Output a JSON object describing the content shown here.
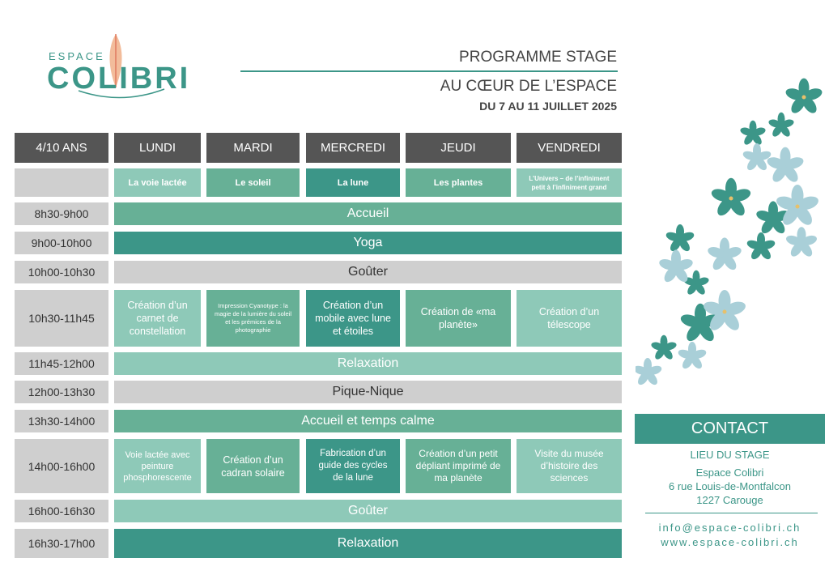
{
  "logo": {
    "espace": "ESPACE",
    "colibri": "COLIBRI"
  },
  "header": {
    "title": "PROGRAMME STAGE",
    "subtitle": "AU CŒUR DE L’ESPACE",
    "dates": "DU 7 AU 11 JUILLET 2025"
  },
  "table": {
    "age": "4/10 ANS",
    "days": [
      "LUNDI",
      "MARDI",
      "MERCREDI",
      "JEUDI",
      "VENDREDI"
    ],
    "themes": [
      "La voie lactée",
      "Le soleil",
      "La lune",
      "Les plantes",
      "L’Univers – de l’infiniment petit à l’infiniment grand"
    ],
    "times": [
      "8h30-9h00",
      "9h00-10h00",
      "10h00-10h30",
      "10h30-11h45",
      "11h45-12h00",
      "12h00-13h30",
      "13h30-14h00",
      "14h00-16h00",
      "16h00-16h30",
      "16h30-17h00"
    ],
    "spans": {
      "accueil": "Accueil",
      "yoga": "Yoga",
      "gouter1": "Goûter",
      "relaxation1": "Relaxation",
      "piquenique": "Pique-Nique",
      "calme": "Accueil et temps calme",
      "gouter2": "Goûter",
      "relaxation2": "Relaxation"
    },
    "morning": [
      "Création d’un carnet de constellation",
      "Impression Cyanotype : la magie de la lumière du soleil et les prémices de la photographie",
      "Création d’un mobile avec lune et étoiles",
      "Création de «ma planète»",
      "Création d’un télescope"
    ],
    "afternoon": [
      "Voie lactée avec peinture phosphorescente",
      "Création d’un cadran solaire",
      "Fabrication d’un guide des cycles de la lune",
      "Création d’un petit dépliant imprimé de ma planète",
      "Visite du musée d’histoire des sciences"
    ]
  },
  "contact": {
    "title": "CONTACT",
    "place_label": "LIEU DU STAGE",
    "name": "Espace Colibri",
    "street": "6 rue Louis-de-Montfalcon",
    "city": "1227 Carouge",
    "email": "info@espace-colibri.ch",
    "web": "www.espace-colibri.ch"
  },
  "colors": {
    "dark_teal": "#3c9688",
    "mid_green": "#67b096",
    "light_teal": "#8ec9b8",
    "gray": "#cfcfcf",
    "header_gray": "#555555"
  },
  "icons": [
    "hummingbird-feather-icon",
    "flower-decoration-icon"
  ]
}
